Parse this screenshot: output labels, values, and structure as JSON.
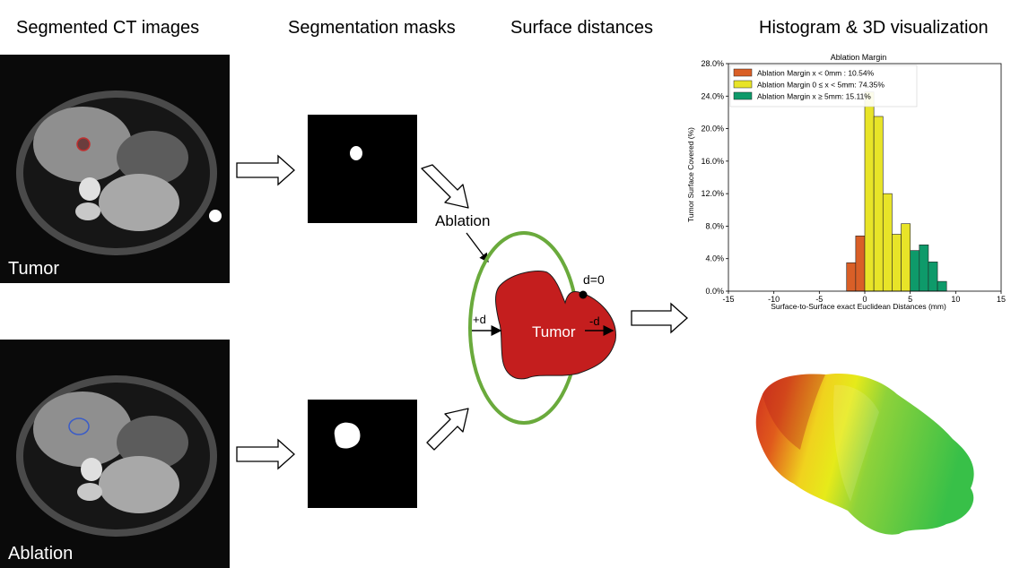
{
  "headers": {
    "ct": "Segmented CT images",
    "masks": "Segmentation masks",
    "distances": "Surface distances",
    "histogram": "Histogram & 3D visualization"
  },
  "ct_labels": {
    "tumor": "Tumor",
    "ablation": "Ablation"
  },
  "diagram": {
    "ablation_label": "Ablation",
    "tumor_label": "Tumor",
    "d0_label": "d=0",
    "plus_d_label": "+d",
    "minus_d_label": "-d",
    "ablation_color": "#6aaa3c",
    "tumor_color": "#c41e1e"
  },
  "chart_data": {
    "type": "bar",
    "title": "Ablation Margin",
    "xlabel": "Surface-to-Surface exact Euclidean Distances (mm)",
    "ylabel": "Tumor Surface Covered (%)",
    "xlim": [
      -15,
      15
    ],
    "ylim": [
      0,
      28
    ],
    "xticks": [
      -15,
      -10,
      -5,
      0,
      5,
      10,
      15
    ],
    "yticks": [
      "0.0%",
      "4.0%",
      "8.0%",
      "12.0%",
      "16.0%",
      "20.0%",
      "24.0%",
      "28.0%"
    ],
    "bin_width": 1,
    "bins": [
      {
        "x": -2,
        "value": 3.5,
        "group": 0
      },
      {
        "x": -1,
        "value": 6.8,
        "group": 0
      },
      {
        "x": 0,
        "value": 24.5,
        "group": 1
      },
      {
        "x": 1,
        "value": 21.5,
        "group": 1
      },
      {
        "x": 2,
        "value": 12.0,
        "group": 1
      },
      {
        "x": 3,
        "value": 7.0,
        "group": 1
      },
      {
        "x": 4,
        "value": 8.3,
        "group": 1
      },
      {
        "x": 5,
        "value": 5.0,
        "group": 2
      },
      {
        "x": 6,
        "value": 5.7,
        "group": 2
      },
      {
        "x": 7,
        "value": 3.6,
        "group": 2
      },
      {
        "x": 8,
        "value": 1.2,
        "group": 2
      }
    ],
    "series": [
      {
        "name": "Ablation Margin x < 0mm : 10.54%",
        "color": "#d95f27"
      },
      {
        "name": "Ablation Margin 0 ≤ x < 5mm: 74.35%",
        "color": "#e8e428"
      },
      {
        "name": "Ablation Margin x ≥ 5mm: 15.11%",
        "color": "#0e9a6a"
      }
    ],
    "legend": "top-left",
    "grid": false
  }
}
